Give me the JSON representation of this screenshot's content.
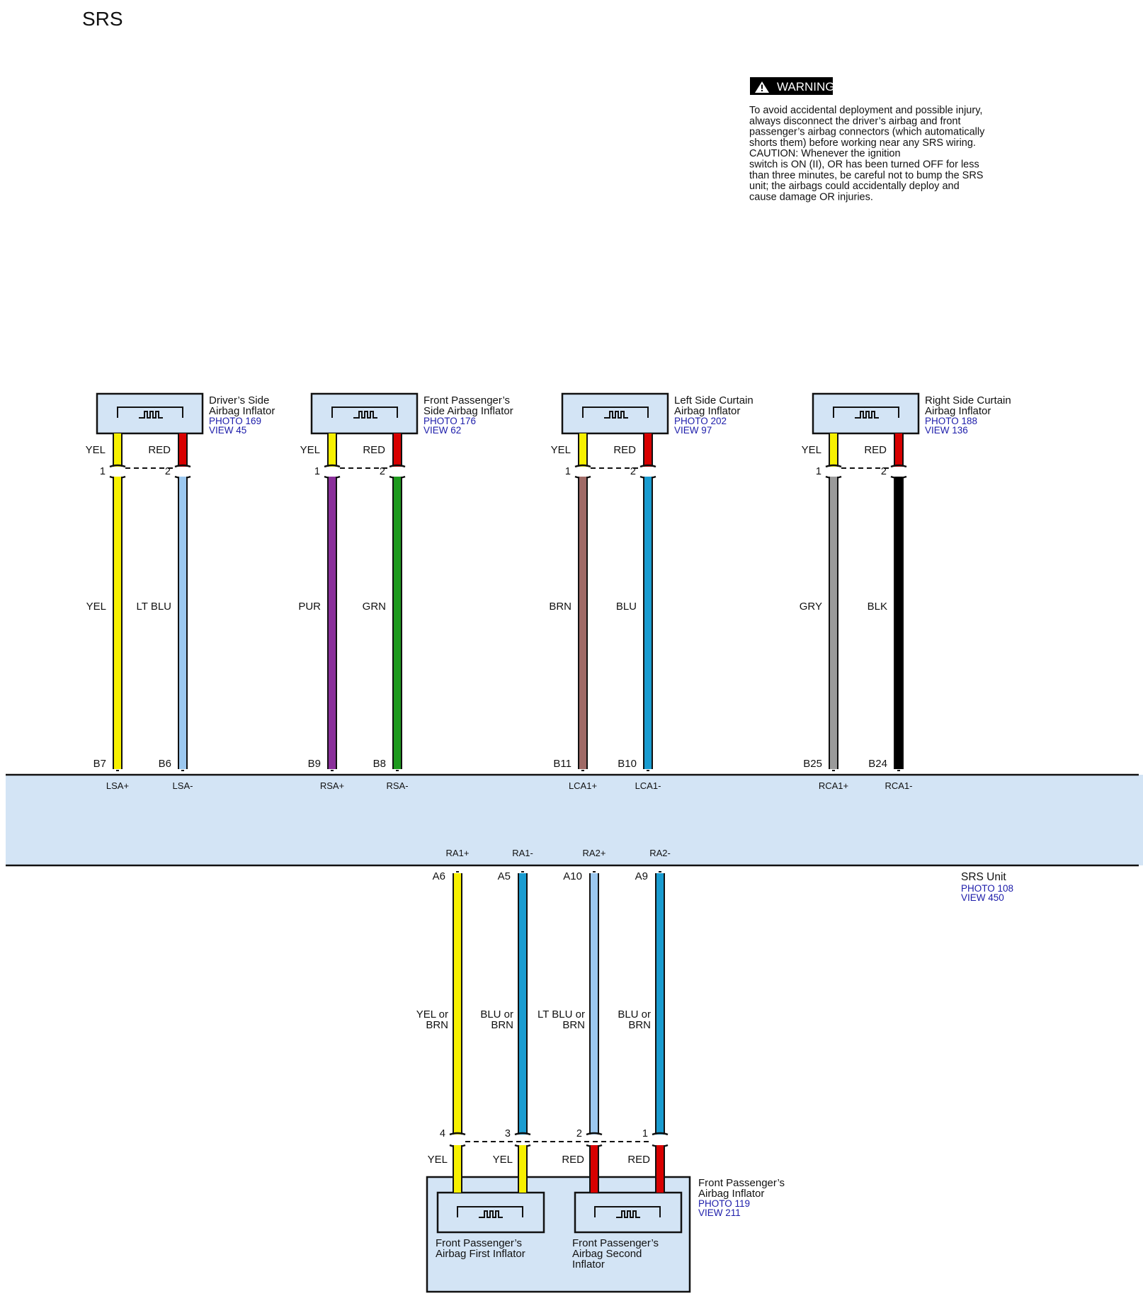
{
  "title": "SRS",
  "warning": {
    "label": "WARNING",
    "lines": [
      "To avoid accidental deployment and possible injury,",
      "always disconnect the driver’s airbag and front",
      "passenger’s airbag connectors (which automatically",
      "shorts them) before working near any SRS wiring.",
      "CAUTION: Whenever the ignition",
      "switch is ON (II), OR has been turned OFF for less",
      "than three minutes, be careful not to bump the SRS",
      "unit; the airbags could accidentally deploy and",
      "cause damage OR injuries."
    ]
  },
  "colors": {
    "YEL": "#f7f000",
    "RED": "#d80000",
    "LT BLU": "#9cc8ef",
    "PUR": "#8a2f9a",
    "GRN": "#1e9a1e",
    "BRN": "#a06a66",
    "BLU": "#1a9cd0",
    "GRY": "#9a9a9a",
    "BLK": "#000000",
    "unit_fill": "#d3e4f5",
    "link_text": "#1c1caa"
  },
  "top_connectors": [
    {
      "name_lines": [
        "Driver’s Side",
        "Airbag Inflator"
      ],
      "photo": "PHOTO 169",
      "view": "VIEW 45",
      "pins": [
        {
          "pin": "1",
          "conn_color": "YEL",
          "harness_color": "YEL",
          "label": "YEL",
          "unit_pin": "B7",
          "signal": "LSA+"
        },
        {
          "pin": "2",
          "conn_color": "RED",
          "harness_color": "LT BLU",
          "label": "LT BLU",
          "unit_pin": "B6",
          "signal": "LSA-"
        }
      ]
    },
    {
      "name_lines": [
        "Front Passenger’s",
        "Side Airbag Inflator"
      ],
      "photo": "PHOTO 176",
      "view": "VIEW 62",
      "pins": [
        {
          "pin": "1",
          "conn_color": "YEL",
          "harness_color": "PUR",
          "label": "PUR",
          "unit_pin": "B9",
          "signal": "RSA+"
        },
        {
          "pin": "2",
          "conn_color": "RED",
          "harness_color": "GRN",
          "label": "GRN",
          "unit_pin": "B8",
          "signal": "RSA-"
        }
      ]
    },
    {
      "name_lines": [
        "Left Side Curtain",
        "Airbag Inflator"
      ],
      "photo": "PHOTO 202",
      "view": "VIEW 97",
      "pins": [
        {
          "pin": "1",
          "conn_color": "YEL",
          "harness_color": "BRN",
          "label": "BRN",
          "unit_pin": "B11",
          "signal": "LCA1+"
        },
        {
          "pin": "2",
          "conn_color": "RED",
          "harness_color": "BLU",
          "label": "BLU",
          "unit_pin": "B10",
          "signal": "LCA1-"
        }
      ]
    },
    {
      "name_lines": [
        "Right Side Curtain",
        "Airbag Inflator"
      ],
      "photo": "PHOTO 188",
      "view": "VIEW 136",
      "pins": [
        {
          "pin": "1",
          "conn_color": "YEL",
          "harness_color": "GRY",
          "label": "GRY",
          "unit_pin": "B25",
          "signal": "RCA1+"
        },
        {
          "pin": "2",
          "conn_color": "RED",
          "harness_color": "BLK",
          "label": "BLK",
          "unit_pin": "B24",
          "signal": "RCA1-"
        }
      ]
    }
  ],
  "srs_unit": {
    "name": "SRS Unit",
    "photo": "PHOTO 108",
    "view": "VIEW 450"
  },
  "bottom_wires": [
    {
      "signal": "RA1+",
      "unit_pin": "A6",
      "harness_color": "YEL",
      "label_lines": [
        "YEL or",
        "BRN"
      ],
      "pin": "4",
      "conn_color": "YEL"
    },
    {
      "signal": "RA1-",
      "unit_pin": "A5",
      "harness_color": "BLU",
      "label_lines": [
        "BLU or",
        "BRN"
      ],
      "pin": "3",
      "conn_color": "YEL"
    },
    {
      "signal": "RA2+",
      "unit_pin": "A10",
      "harness_color": "LT BLU",
      "label_lines": [
        "LT BLU or",
        "BRN"
      ],
      "pin": "2",
      "conn_color": "RED"
    },
    {
      "signal": "RA2-",
      "unit_pin": "A9",
      "harness_color": "BLU",
      "label_lines": [
        "BLU or",
        "BRN"
      ],
      "pin": "1",
      "conn_color": "RED"
    }
  ],
  "bottom_connector": {
    "name_lines": [
      "Front Passenger’s",
      "Airbag Inflator"
    ],
    "photo": "PHOTO 119",
    "view": "VIEW 211",
    "sub_left_lines": [
      "Front Passenger’s",
      "Airbag First Inflator"
    ],
    "sub_right_lines": [
      "Front Passenger’s",
      "Airbag Second",
      "Inflator"
    ]
  }
}
